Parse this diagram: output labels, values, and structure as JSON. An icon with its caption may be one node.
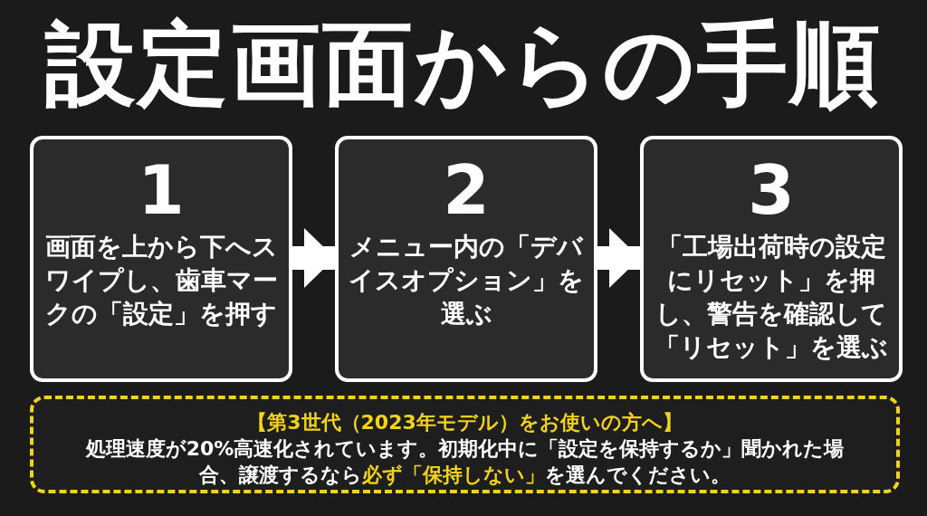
{
  "diagram": {
    "title": "設定画面からの手順",
    "nodes": [
      {
        "text": [
          "1",
          "画面を上から下へスワイプし、歯車マークの「設定」を押す"
        ]
      },
      {
        "text": [
          "2",
          "メニュー内の「デバイスオプション」を選ぶ"
        ]
      },
      {
        "text": [
          "3",
          "「工場出荷時の設定にリセット」を押し、警告を確認して「リセット」を選ぶ"
        ]
      },
      {
        "text": [
          "【第3世代（2023年モデル）をお使いの方へ】",
          "処理速度が20%高速化されています。初期化中に「設定を保持するか」聞かれた場合、譲渡するなら**必ず「保持しない」**を選んでください。"
        ]
      }
    ],
    "edges": [
      {
        "from": 0,
        "to": 1,
        "arrow": "to"
      },
      {
        "from": 1,
        "to": 2,
        "arrow": "to"
      }
    ]
  }
}
